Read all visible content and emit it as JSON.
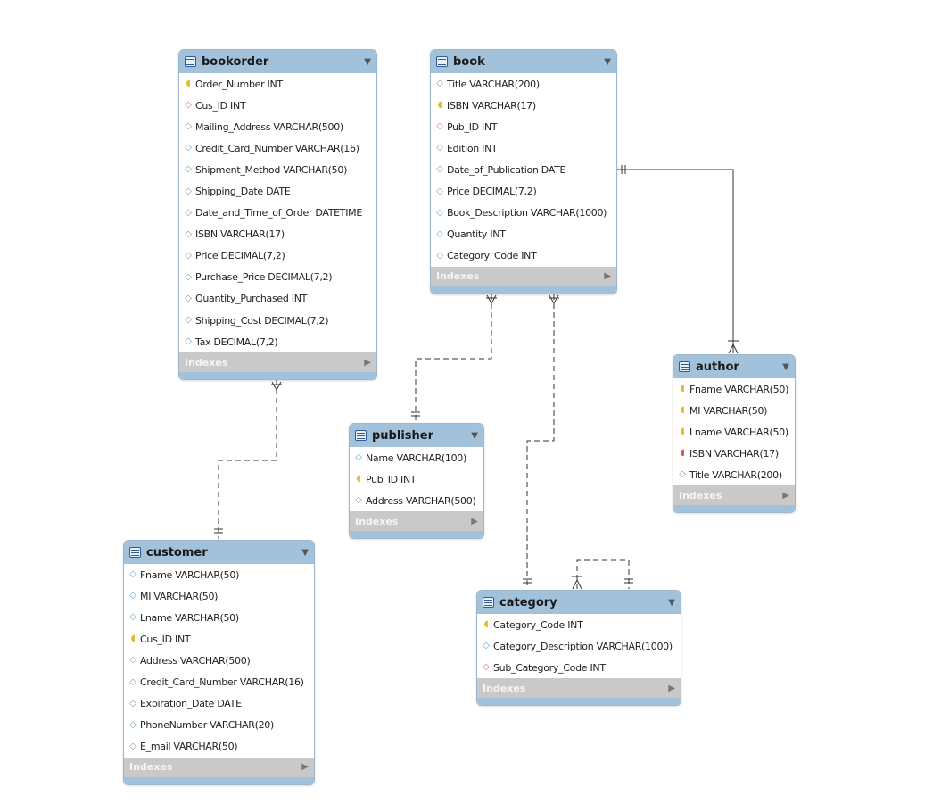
{
  "diagram": {
    "indexes_label": "Indexes",
    "tables": [
      {
        "name": "bookorder",
        "columns": [
          {
            "text": "Order_Number INT",
            "key": "pk"
          },
          {
            "text": "Cus_ID INT",
            "key": "fk"
          },
          {
            "text": "Mailing_Address VARCHAR(500)",
            "key": "attr"
          },
          {
            "text": "Credit_Card_Number VARCHAR(16)",
            "key": "attr"
          },
          {
            "text": "Shipment_Method VARCHAR(50)",
            "key": "attr"
          },
          {
            "text": "Shipping_Date DATE",
            "key": "attr"
          },
          {
            "text": "Date_and_Time_of_Order DATETIME",
            "key": "attr"
          },
          {
            "text": "ISBN VARCHAR(17)",
            "key": "attr"
          },
          {
            "text": "Price DECIMAL(7,2)",
            "key": "attr"
          },
          {
            "text": "Purchase_Price DECIMAL(7,2)",
            "key": "attr"
          },
          {
            "text": "Quantity_Purchased INT",
            "key": "attr"
          },
          {
            "text": "Shipping_Cost DECIMAL(7,2)",
            "key": "attr"
          },
          {
            "text": "Tax DECIMAL(7,2)",
            "key": "attr"
          }
        ]
      },
      {
        "name": "book",
        "columns": [
          {
            "text": "Title VARCHAR(200)",
            "key": "attr"
          },
          {
            "text": "ISBN VARCHAR(17)",
            "key": "pk"
          },
          {
            "text": "Pub_ID INT",
            "key": "fk"
          },
          {
            "text": "Edition INT",
            "key": "attr"
          },
          {
            "text": "Date_of_Publication DATE",
            "key": "attr"
          },
          {
            "text": "Price DECIMAL(7,2)",
            "key": "attr"
          },
          {
            "text": "Book_Description VARCHAR(1000)",
            "key": "attr"
          },
          {
            "text": "Quantity INT",
            "key": "attr"
          },
          {
            "text": "Category_Code INT",
            "key": "fk"
          }
        ]
      },
      {
        "name": "author",
        "columns": [
          {
            "text": "Fname VARCHAR(50)",
            "key": "pk"
          },
          {
            "text": "MI VARCHAR(50)",
            "key": "pk"
          },
          {
            "text": "Lname VARCHAR(50)",
            "key": "pk"
          },
          {
            "text": "ISBN VARCHAR(17)",
            "key": "pkfk"
          },
          {
            "text": "Title VARCHAR(200)",
            "key": "attr"
          }
        ]
      },
      {
        "name": "publisher",
        "columns": [
          {
            "text": "Name VARCHAR(100)",
            "key": "attr"
          },
          {
            "text": "Pub_ID INT",
            "key": "pk"
          },
          {
            "text": "Address VARCHAR(500)",
            "key": "attr"
          }
        ]
      },
      {
        "name": "customer",
        "columns": [
          {
            "text": "Fname VARCHAR(50)",
            "key": "attr"
          },
          {
            "text": "MI VARCHAR(50)",
            "key": "attr"
          },
          {
            "text": "Lname VARCHAR(50)",
            "key": "attr"
          },
          {
            "text": "Cus_ID INT",
            "key": "pk"
          },
          {
            "text": "Address VARCHAR(500)",
            "key": "attr"
          },
          {
            "text": "Credit_Card_Number VARCHAR(16)",
            "key": "attr"
          },
          {
            "text": "Expiration_Date DATE",
            "key": "attr"
          },
          {
            "text": "PhoneNumber VARCHAR(20)",
            "key": "attr"
          },
          {
            "text": "E_mail VARCHAR(50)",
            "key": "attr"
          }
        ]
      },
      {
        "name": "category",
        "columns": [
          {
            "text": "Category_Code INT",
            "key": "pk"
          },
          {
            "text": "Category_Description VARCHAR(1000)",
            "key": "attr"
          },
          {
            "text": "Sub_Category_Code INT",
            "key": "fk"
          }
        ]
      }
    ],
    "relationships": [
      {
        "from": "book",
        "to": "author",
        "style": "identifying"
      },
      {
        "from": "publisher",
        "to": "book",
        "style": "non-identifying"
      },
      {
        "from": "category",
        "to": "book",
        "style": "non-identifying"
      },
      {
        "from": "customer",
        "to": "bookorder",
        "style": "non-identifying"
      },
      {
        "from": "category",
        "to": "category",
        "style": "non-identifying"
      }
    ],
    "colors": {
      "header": "#a2c2dc",
      "indexes_bar": "#c9c9c9",
      "primary_key": "#e7b82a",
      "foreign_key": "#d77a7a",
      "attribute": "#6fa2c9",
      "line": "#333333"
    }
  }
}
